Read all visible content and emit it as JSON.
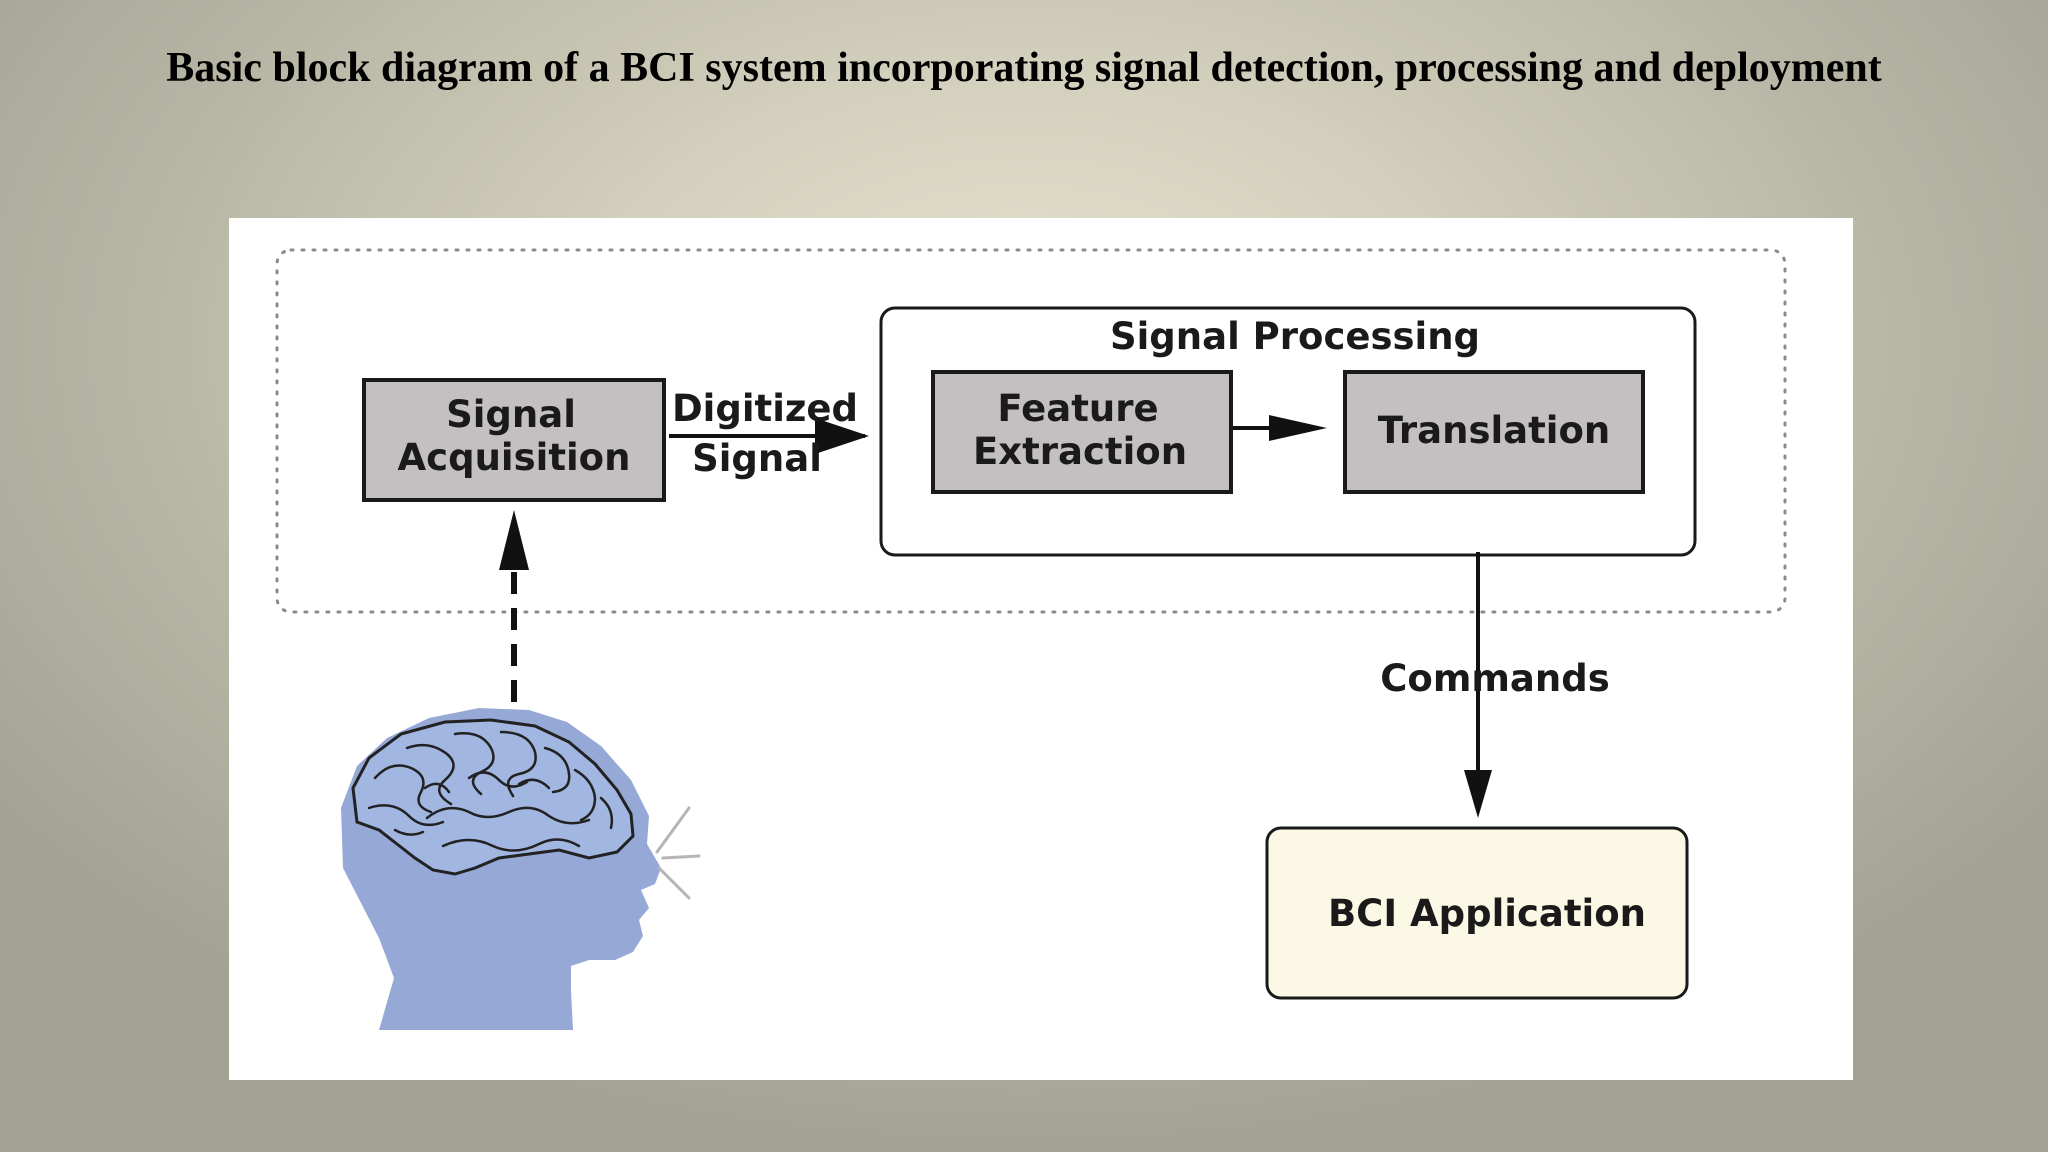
{
  "slide": {
    "title": "Basic block diagram of a BCI system incorporating signal detection, processing and deployment"
  },
  "diagram": {
    "signal_acquisition": {
      "line1": "Signal",
      "line2": "Acquisition"
    },
    "digitized_signal": {
      "line1": "Digitized",
      "line2": "Signal"
    },
    "signal_processing": {
      "title": "Signal Processing"
    },
    "feature_extraction": {
      "line1": "Feature",
      "line2": "Extraction"
    },
    "translation": {
      "label": "Translation"
    },
    "commands": {
      "label": "Commands"
    },
    "bci_application": {
      "label": "BCI Application"
    }
  },
  "colors": {
    "block_fill": "#c4c0c1",
    "application_fill": "#fbf8e6",
    "head_fill": "#95a8d6",
    "brain_fill": "#a2b6e2"
  }
}
